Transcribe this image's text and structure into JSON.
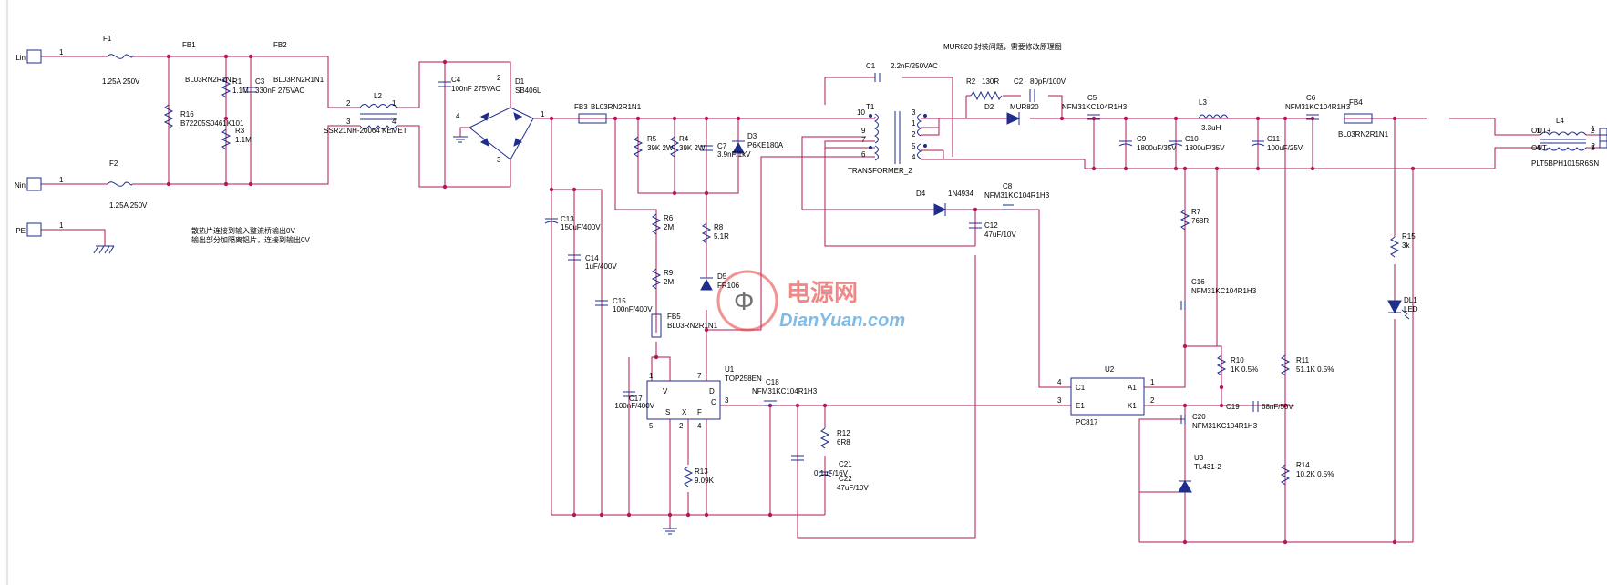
{
  "notes": {
    "mur820": "MUR820 封装问题，需要修改原理图",
    "heatsink_line1": "散热片连接到输入整流桥输出0V",
    "heatsink_line2": "输出部分加隔离铝片，连接到输出0V"
  },
  "watermark": {
    "cn": "电源网",
    "en": "DianYuan.com"
  },
  "connectors": {
    "l": "Lin",
    "n": "Nin",
    "pe": "PE",
    "out_pos": "OUT+",
    "out_neg": "OUT-"
  },
  "components": {
    "F1": {
      "ref": "F1",
      "value": "1.25A 250V"
    },
    "F2": {
      "ref": "F2",
      "value": "1.25A 250V"
    },
    "FB1": {
      "ref": "FB1",
      "value": "BL03RN2R1N1"
    },
    "FB2": {
      "ref": "FB2",
      "value": "BL03RN2R1N1"
    },
    "FB3": {
      "ref": "FB3",
      "value": "BL03RN2R1N1"
    },
    "FB4": {
      "ref": "FB4",
      "value": "BL03RN2R1N1"
    },
    "FB5": {
      "ref": "FB5",
      "value": "BL03RN2R1N1"
    },
    "R16": {
      "ref": "R16",
      "value": "B72205S0461K101"
    },
    "R1": {
      "ref": "R1",
      "value": "1.1M"
    },
    "R3": {
      "ref": "R3",
      "value": "1.1M"
    },
    "C3": {
      "ref": "C3",
      "value": "330nF 275VAC"
    },
    "L2": {
      "ref": "L2",
      "value": "SSR21NH-20064 KEMET"
    },
    "C4": {
      "ref": "C4",
      "value": "100nF 275VAC"
    },
    "D1": {
      "ref": "D1",
      "value": "SB406L"
    },
    "C13": {
      "ref": "C13",
      "value": "150uF/400V"
    },
    "C14": {
      "ref": "C14",
      "value": "1uF/400V"
    },
    "C15": {
      "ref": "C15",
      "value": "100nF/400V"
    },
    "R5": {
      "ref": "R5",
      "value": "39K 2W"
    },
    "R4": {
      "ref": "R4",
      "value": "39K 2W"
    },
    "C7": {
      "ref": "C7",
      "value": "3.9nF/1kV"
    },
    "D3": {
      "ref": "D3",
      "value": "P6KE180A"
    },
    "R6": {
      "ref": "R6",
      "value": "2M"
    },
    "R9": {
      "ref": "R9",
      "value": "2M"
    },
    "R8": {
      "ref": "R8",
      "value": "5.1R"
    },
    "D5": {
      "ref": "D5",
      "value": "FR106"
    },
    "U1": {
      "ref": "U1",
      "value": "TOP258EN"
    },
    "C17": {
      "ref": "C17",
      "value": "100nF/400V"
    },
    "C18": {
      "ref": "C18",
      "value": "NFM31KC104R1H3"
    },
    "R13": {
      "ref": "R13",
      "value": "9.09K"
    },
    "R12": {
      "ref": "R12",
      "value": "6R8"
    },
    "C21": {
      "ref": "C21",
      "value": "0.1uF/16V"
    },
    "C22": {
      "ref": "C22",
      "value": "47uF/10V"
    },
    "C1": {
      "ref": "C1",
      "value": "2.2nF/250VAC"
    },
    "T1": {
      "ref": "T1",
      "value": "TRANSFORMER_2"
    },
    "R2": {
      "ref": "R2",
      "value": "130R"
    },
    "C2": {
      "ref": "C2",
      "value": "80pF/100V"
    },
    "D2": {
      "ref": "D2",
      "value": "MUR820"
    },
    "D4": {
      "ref": "D4",
      "value": "1N4934"
    },
    "C8": {
      "ref": "C8",
      "value": "NFM31KC104R1H3"
    },
    "C12": {
      "ref": "C12",
      "value": "47uF/10V"
    },
    "C5": {
      "ref": "C5",
      "value": "NFM31KC104R1H3"
    },
    "C9": {
      "ref": "C9",
      "value": "1800uF/35V"
    },
    "C10": {
      "ref": "C10",
      "value": "1800uF/35V"
    },
    "L3": {
      "ref": "L3",
      "value": "3.3uH"
    },
    "C11": {
      "ref": "C11",
      "value": "100uF/25V"
    },
    "C6": {
      "ref": "C6",
      "value": "NFM31KC104R1H3"
    },
    "L4": {
      "ref": "L4",
      "value": "PLT5BPH1015R6SN"
    },
    "R7": {
      "ref": "R7",
      "value": "768R"
    },
    "C16": {
      "ref": "C16",
      "value": "NFM31KC104R1H3"
    },
    "R15": {
      "ref": "R15",
      "value": "3k"
    },
    "DL1": {
      "ref": "DL1",
      "value": "LED"
    },
    "U2": {
      "ref": "U2",
      "value": "PC817"
    },
    "R10": {
      "ref": "R10",
      "value": "1K 0.5%"
    },
    "R11": {
      "ref": "R11",
      "value": "51.1K 0.5%"
    },
    "C19": {
      "ref": "C19",
      "value": "68nF/50V"
    },
    "C20": {
      "ref": "C20",
      "value": "NFM31KC104R1H3"
    },
    "U3": {
      "ref": "U3",
      "value": "TL431-2"
    },
    "R14": {
      "ref": "R14",
      "value": "10.2K 0.5%"
    }
  },
  "pins": {
    "U1": {
      "vpin": "V",
      "spin": "S",
      "xpin": "X",
      "fpin": "F",
      "dpin": "D",
      "cpin": "C"
    },
    "U2": {
      "c1": "C1",
      "e1": "E1",
      "a1": "A1",
      "k1": "K1"
    }
  },
  "pin_numbers": {
    "one": "1",
    "two": "2",
    "three": "3",
    "four": "4",
    "five": "5",
    "six": "6",
    "seven": "7",
    "nine": "9",
    "ten": "10"
  },
  "colors": {
    "wire": "#b2185a",
    "component": "#1f2d8c",
    "junction": "#b2185a",
    "text": "#000000",
    "watermark_red": "#e83a3a",
    "watermark_blue": "#2e8fd4"
  }
}
